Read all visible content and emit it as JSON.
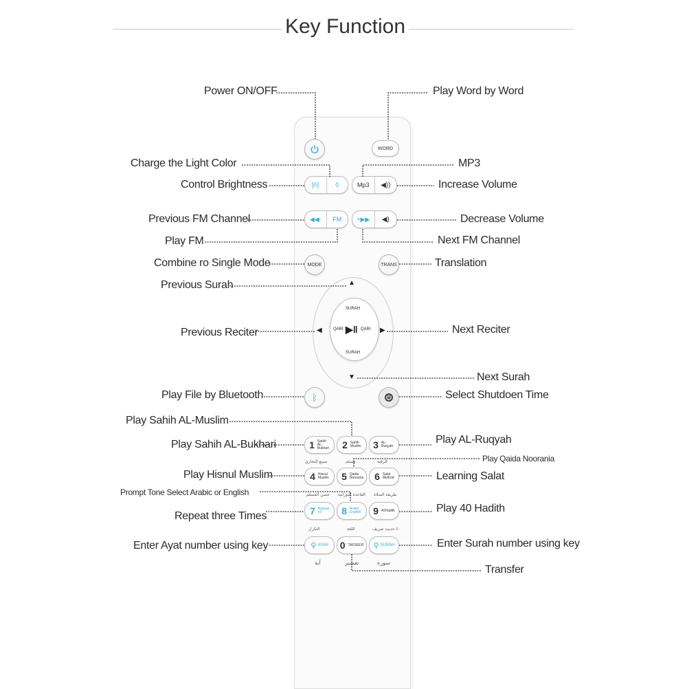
{
  "title": "Key Function",
  "labels": {
    "power": "Power ON/OFF",
    "word_by_word": "Play Word by Word",
    "charge_light": "Charge the Light Color",
    "mp3": "MP3",
    "control_brightness": "Control Brightness",
    "increase_volume": "Increase Volume",
    "prev_fm": "Previous FM Channel",
    "decrease_volume": "Decrease Volume",
    "play_fm": "Play FM",
    "next_fm": "Next FM Channel",
    "combine_mode": "Combine ro Single Mode",
    "translation": "Translation",
    "prev_surah": "Previous Surah",
    "prev_reciter": "Previous Reciter",
    "next_reciter": "Next Reciter",
    "next_surah": "Next Surah",
    "bluetooth": "Play File by Bluetooth",
    "shutdown": "Select Shutdoen Time",
    "sahih_muslim": "Play Sahih AL-Muslim",
    "sahih_bukhari": "Play Sahih AL-Bukhari",
    "ruqyah": "Play AL-Ruqyah",
    "qaida": "Play Qaida Noorania",
    "hisnul": "Play Hisnul Muslim",
    "salat": "Learning Salat",
    "prompt_tone": "Prompt Tone Select Arabic or English",
    "repeat": "Repeat three Times",
    "hadith": "Play 40 Hadith",
    "ayat": "Enter Ayat number using key",
    "surah_number": "Enter Surah number using key",
    "transfer": "Transfer"
  },
  "keys": {
    "word": "WORD",
    "mp3": "Mp3",
    "fm": "FM",
    "mode": "MODE",
    "trans": "TRANS",
    "surah_top": "SURAH",
    "surah_bottom": "SURAH",
    "qari_left": "QARI",
    "qari_right": "QARI",
    "k1": "1",
    "k1_sub": "Sahih AL-Bukhari",
    "k2": "2",
    "k2_sub": "Sahih Muslim",
    "k3": "3",
    "k3_sub": "AL-Ruqyah",
    "k4": "4",
    "k4_sub": "Hisnul Muslim",
    "k5": "5",
    "k5_sub": "Qaida Noorania",
    "k6": "6",
    "k6_sub": "Salat Method",
    "k7": "7",
    "k7_sub": "Repeat x3",
    "k8": "8",
    "k8_sub": "Arabic English",
    "k9": "9",
    "k9_sub": "40Hadith",
    "k0": "0",
    "k0_sub": "TAFSEER",
    "ayah": "AYAH",
    "surah": "SURAH"
  },
  "arabic": {
    "a4": "سبيع البخاري",
    "a5": "مسلم",
    "a6": "الرقية",
    "a7": "حصن المسلم",
    "a8": "القاعدة النورانية",
    "a9": "طريقة الصلاة",
    "a10": "التكرار",
    "a11": "اللغة",
    "a12": "٤٠ حديث شريف",
    "a1": "آية",
    "a2": "تفسير",
    "a3": "سورة"
  },
  "colors": {
    "accent": "#3aa9d6",
    "line": "#333333"
  }
}
